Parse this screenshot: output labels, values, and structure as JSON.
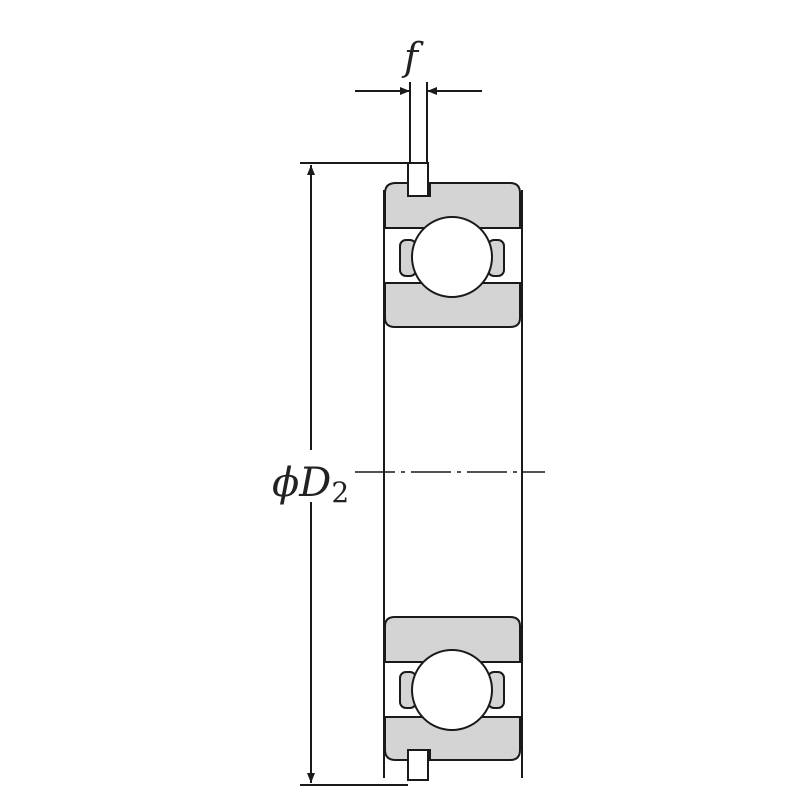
{
  "labels": {
    "f_symbol": "f",
    "diameter_prefix": "ϕ",
    "diameter_symbol": "D",
    "diameter_subscript": "2"
  },
  "colors": {
    "line": "#1a1a1a",
    "ring_fill": "#d4d4d4",
    "background": "#ffffff"
  }
}
